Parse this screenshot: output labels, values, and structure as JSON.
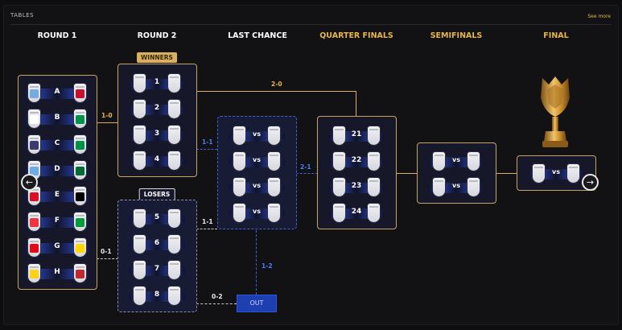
{
  "header": {
    "title": "TABLES",
    "see_more": "See more"
  },
  "rounds": {
    "r1": "ROUND 1",
    "r2": "ROUND 2",
    "last": "LAST CHANCE",
    "qf": "QUARTER FINALS",
    "sf": "SEMIFINALS",
    "final": "FINAL"
  },
  "tags": {
    "winners": "WINNERS",
    "losers": "LOSERS"
  },
  "round1": [
    {
      "label": "A",
      "left_flag": "#74acdf",
      "right_flag": "#c8102e"
    },
    {
      "label": "B",
      "left_flag": "#ffffff",
      "right_flag": "#009246"
    },
    {
      "label": "C",
      "left_flag": "#3c3b6e",
      "right_flag": "#009246"
    },
    {
      "label": "D",
      "left_flag": "#6cace4",
      "right_flag": "#006c35"
    },
    {
      "label": "E",
      "left_flag": "#d91023",
      "right_flag": "#000000"
    },
    {
      "label": "F",
      "left_flag": "#ef3340",
      "right_flag": "#009c3b"
    },
    {
      "label": "G",
      "left_flag": "#e30a17",
      "right_flag": "#ffd500"
    },
    {
      "label": "H",
      "left_flag": "#fcd116",
      "right_flag": "#c1272d"
    }
  ],
  "winners": [
    "1",
    "2",
    "3",
    "4"
  ],
  "losers": [
    "5",
    "6",
    "7",
    "8"
  ],
  "last_chance": [
    "vs",
    "vs",
    "vs",
    "vs"
  ],
  "quarter": [
    "21",
    "22",
    "23",
    "24"
  ],
  "semis": [
    "vs",
    "vs"
  ],
  "final": [
    "vs"
  ],
  "scores": {
    "r1_win": "1-0",
    "r1_lose": "0-1",
    "win_to_qf": "2-0",
    "win_to_lc": "1-1",
    "lose_to_lc": "1-1",
    "lc_to_qf": "2-1",
    "lc_out": "1-2",
    "lose_out": "0-2"
  },
  "out_label": "OUT",
  "nav": {
    "prev": "←",
    "next": "→"
  },
  "colors": {
    "gold": "#d9b061",
    "blue": "#3b63d6"
  }
}
